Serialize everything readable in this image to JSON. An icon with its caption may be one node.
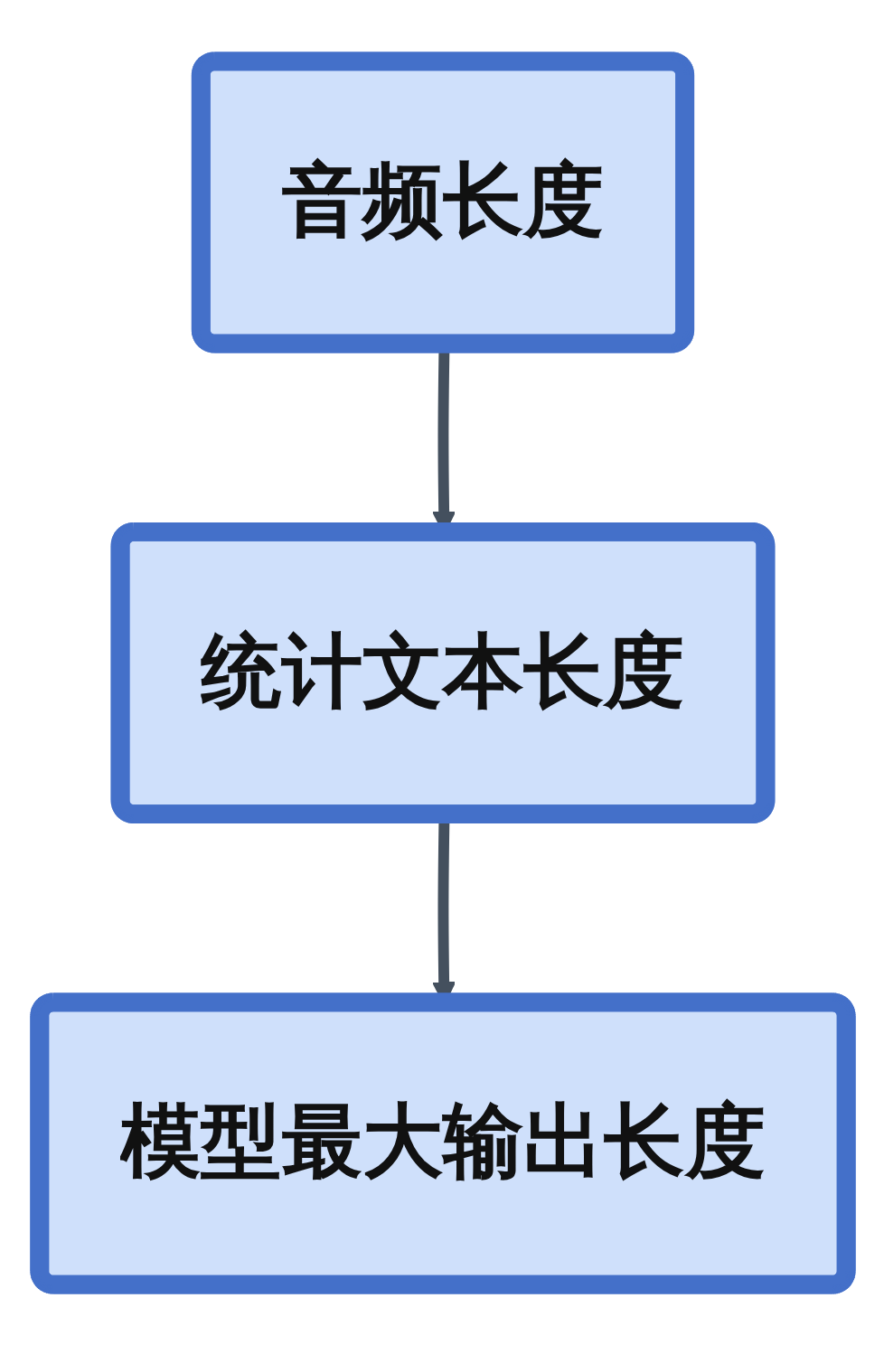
{
  "diagram": {
    "nodes": [
      {
        "text": [
          "音频长度"
        ]
      },
      {
        "text": [
          "统计文本长度"
        ]
      },
      {
        "text": [
          "模型最大输出长度"
        ]
      }
    ],
    "edges": [
      {
        "from": 0,
        "to": 1,
        "arrow": "to"
      },
      {
        "from": 1,
        "to": 2,
        "arrow": "to"
      }
    ]
  }
}
